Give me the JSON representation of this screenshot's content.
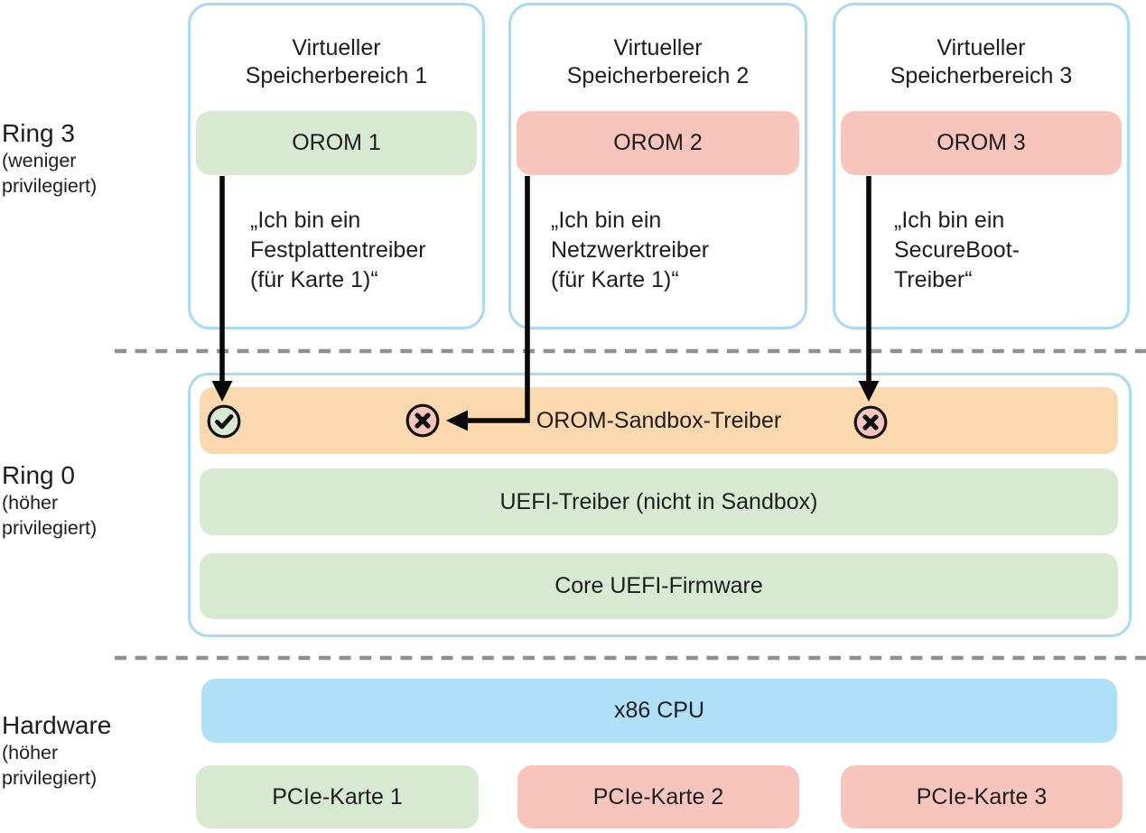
{
  "left_labels": {
    "ring3": {
      "title": "Ring 3",
      "subtitle_line1": "(weniger",
      "subtitle_line2": "privilegiert)"
    },
    "ring0": {
      "title": "Ring 0",
      "subtitle_line1": "(höher",
      "subtitle_line2": "privilegiert)"
    },
    "hardware": {
      "title": "Hardware",
      "subtitle_line1": "(höher",
      "subtitle_line2": "privilegiert)"
    }
  },
  "memory_cards": [
    {
      "title_line1": "Virtueller",
      "title_line2": "Speicherbereich 1",
      "orom_label": "OROM 1",
      "orom_color": "green",
      "quote_lines": [
        "„Ich bin ein",
        "Festplattentreiber",
        "(für Karte 1)“"
      ]
    },
    {
      "title_line1": "Virtueller",
      "title_line2": "Speicherbereich 2",
      "orom_label": "OROM 2",
      "orom_color": "red",
      "quote_lines": [
        "„Ich bin ein",
        "Netzwerktreiber",
        "(für Karte 1)“"
      ]
    },
    {
      "title_line1": "Virtueller",
      "title_line2": "Speicherbereich 3",
      "orom_label": "OROM 3",
      "orom_color": "red",
      "quote_lines": [
        "„Ich bin ein",
        "SecureBoot-",
        "Treiber“"
      ]
    }
  ],
  "ring0_stack": {
    "sandbox_bar_label": "OROM-Sandbox-Treiber",
    "sandbox_bar_color": "orange",
    "uefi_bar_label": "UEFI-Treiber (nicht in Sandbox)",
    "uefi_bar_color": "green",
    "core_bar_label": "Core UEFI-Firmware",
    "core_bar_color": "green",
    "verdicts": [
      {
        "icon": "check-circle-icon",
        "color": "green"
      },
      {
        "icon": "cross-circle-icon",
        "color": "red"
      },
      {
        "icon": "cross-circle-icon",
        "color": "red"
      }
    ]
  },
  "hardware_section": {
    "cpu_bar_label": "x86 CPU",
    "cpu_bar_color": "blue",
    "pcie_cards": [
      {
        "label": "PCIe-Karte 1",
        "color": "green"
      },
      {
        "label": "PCIe-Karte 2",
        "color": "red"
      },
      {
        "label": "PCIe-Karte 3",
        "color": "red"
      }
    ]
  },
  "colors": {
    "green_fill": "#d8e9d2",
    "red_fill": "#f8c5bd",
    "orange_fill": "#fcd8ae",
    "blue_fill": "#aee0f7",
    "blue_border": "#a8daf4",
    "dash_gray": "#8f8f8f",
    "text": "#1d1d1f",
    "arrow_black": "#0a0a0a"
  }
}
